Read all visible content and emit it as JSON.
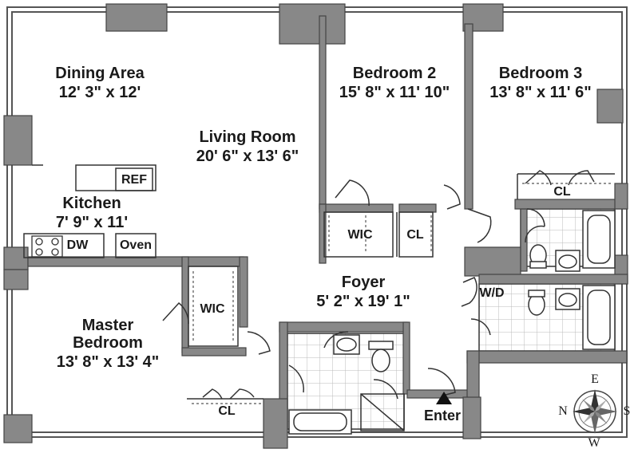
{
  "rooms": {
    "dining": {
      "name": "Dining Area",
      "dims": "12' 3\" x 12'"
    },
    "living": {
      "name": "Living Room",
      "dims": "20' 6\" x 13' 6\""
    },
    "bedroom2": {
      "name": "Bedroom 2",
      "dims": "15' 8\" x 11' 10\""
    },
    "bedroom3": {
      "name": "Bedroom 3",
      "dims": "13' 8\" x 11' 6\""
    },
    "kitchen": {
      "name": "Kitchen",
      "dims": "7' 9\" x 11'"
    },
    "foyer": {
      "name": "Foyer",
      "dims": "5' 2\" x 19' 1\""
    },
    "master": {
      "name_line1": "Master",
      "name_line2": "Bedroom",
      "dims": "13' 8\" x 13' 4\""
    }
  },
  "fixtures": {
    "ref": "REF",
    "dw": "DW",
    "oven": "Oven",
    "wic_master": "WIC",
    "wic_bed2": "WIC",
    "cl_bed2": "CL",
    "cl_bed3": "CL",
    "cl_master": "CL",
    "wd": "W/D"
  },
  "entrance": {
    "label": "Enter"
  },
  "compass": {
    "n": "N",
    "s": "S",
    "e": "E",
    "w": "W"
  },
  "colors": {
    "wall": "#777777",
    "wall_dark": "#555555",
    "line": "#333333",
    "tile": "#bbbbbb"
  }
}
